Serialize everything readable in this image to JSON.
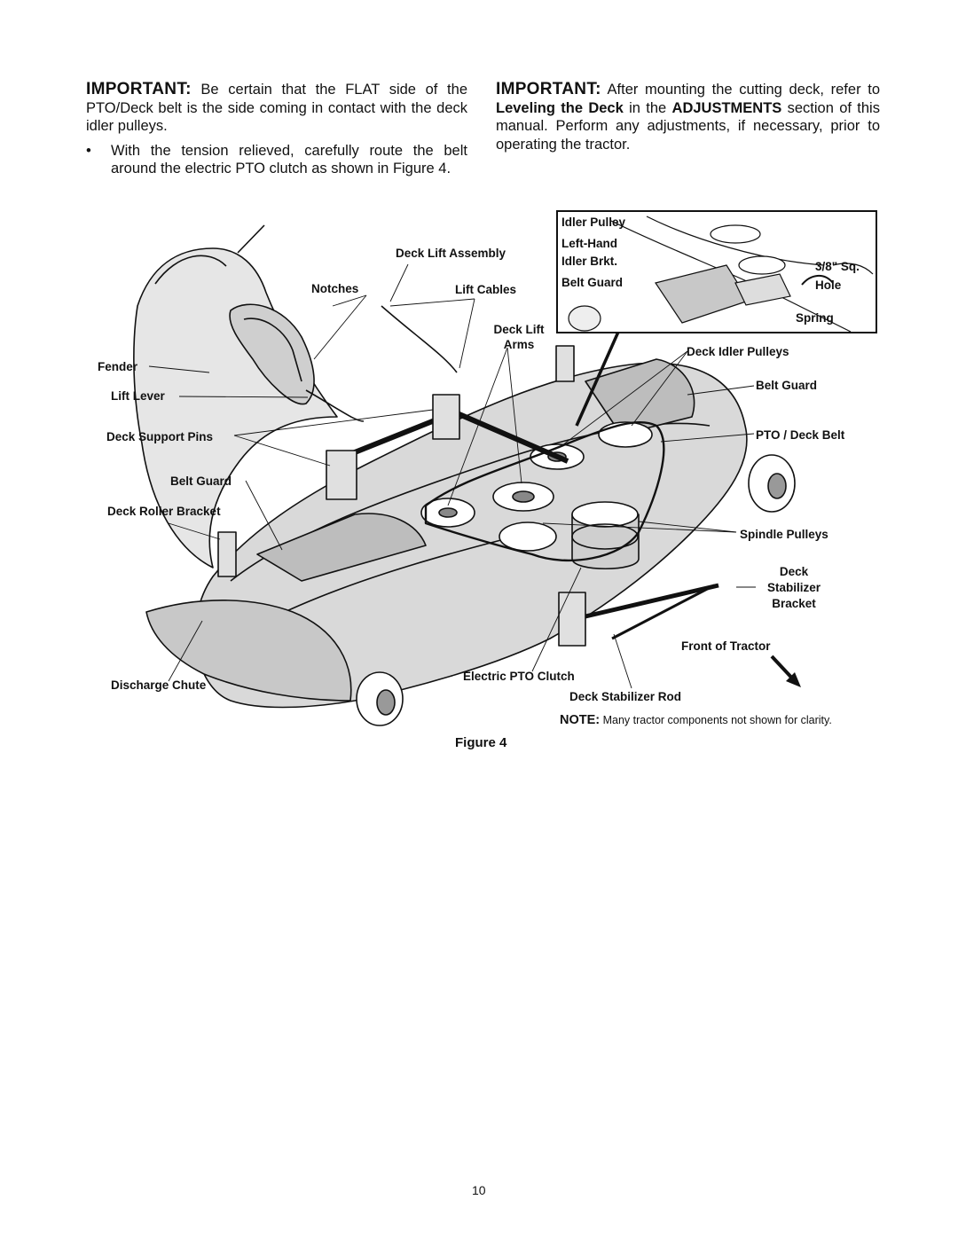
{
  "left_column": {
    "important_label": "IMPORTANT:",
    "important_text": "Be certain that the FLAT side of the PTO/Deck belt is the side coming in contact with the deck idler pulleys.",
    "bullet_symbol": "•",
    "bullet_text": "With the tension relieved, carefully route the belt around the electric PTO clutch as shown in Figure 4."
  },
  "right_column": {
    "important_label": "IMPORTANT:",
    "text_1": "After mounting the cutting deck, refer to ",
    "bold_1": "Leveling the Deck",
    "text_2": " in the ",
    "bold_2": "ADJUSTMENTS",
    "text_3": " section of this manual. Perform any adjustments, if necessary, prior to operating the tractor."
  },
  "figure": {
    "labels": {
      "deck_lift_assembly": "Deck Lift Assembly",
      "notches": "Notches",
      "lift_cables": "Lift Cables",
      "deck_lift_arms_1": "Deck Lift",
      "deck_lift_arms_2": "Arms",
      "fender": "Fender",
      "lift_lever": "Lift Lever",
      "deck_support_pins": "Deck Support Pins",
      "belt_guard_left": "Belt Guard",
      "deck_roller_bracket": "Deck Roller Bracket",
      "discharge_chute": "Discharge Chute",
      "electric_pto_clutch": "Electric PTO Clutch",
      "deck_stabilizer_rod": "Deck Stabilizer Rod",
      "deck_idler_pulleys": "Deck Idler Pulleys",
      "belt_guard_right": "Belt Guard",
      "pto_deck_belt": "PTO / Deck Belt",
      "spindle_pulleys": "Spindle Pulleys",
      "deck_stabilizer_bracket_1": "Deck",
      "deck_stabilizer_bracket_2": "Stabilizer",
      "deck_stabilizer_bracket_3": "Bracket",
      "front_of_tractor": "Front of Tractor"
    },
    "inset": {
      "idler_pulley": "Idler Pulley",
      "left_hand_1": "Left-Hand",
      "left_hand_2": "Idler Brkt.",
      "belt_guard": "Belt Guard",
      "sq_hole_1": "3/8\" Sq.",
      "sq_hole_2": "Hole",
      "spring": "Spring"
    },
    "note_label": "NOTE:",
    "note_text": "Many tractor components not shown for clarity.",
    "caption": "Figure 4"
  },
  "page_number": "10"
}
